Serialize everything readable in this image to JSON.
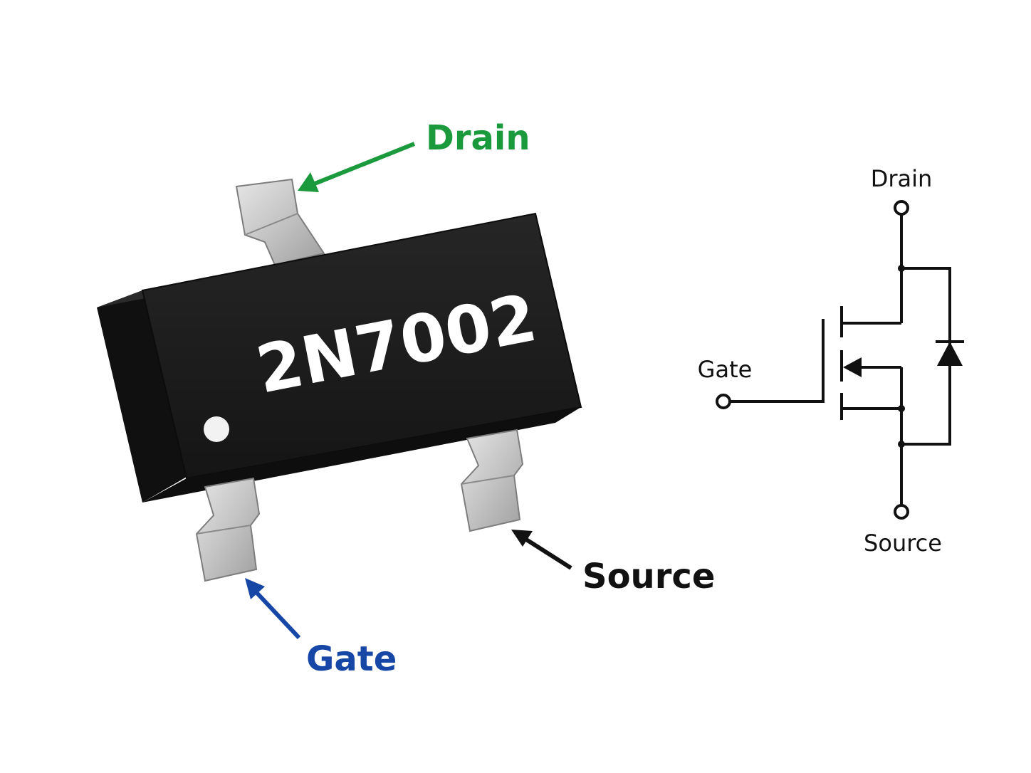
{
  "package": {
    "marking": "2N7002",
    "body_color": "#1b1b1b",
    "lead_color": "#c9c9c9"
  },
  "callouts": {
    "drain": {
      "label": "Drain",
      "color": "#1a9a3c"
    },
    "gate": {
      "label": "Gate",
      "color": "#1747a6"
    },
    "source": {
      "label": "Source",
      "color": "#111111"
    }
  },
  "schematic": {
    "drain_label": "Drain",
    "gate_label": "Gate",
    "source_label": "Source",
    "line_color": "#111111"
  }
}
